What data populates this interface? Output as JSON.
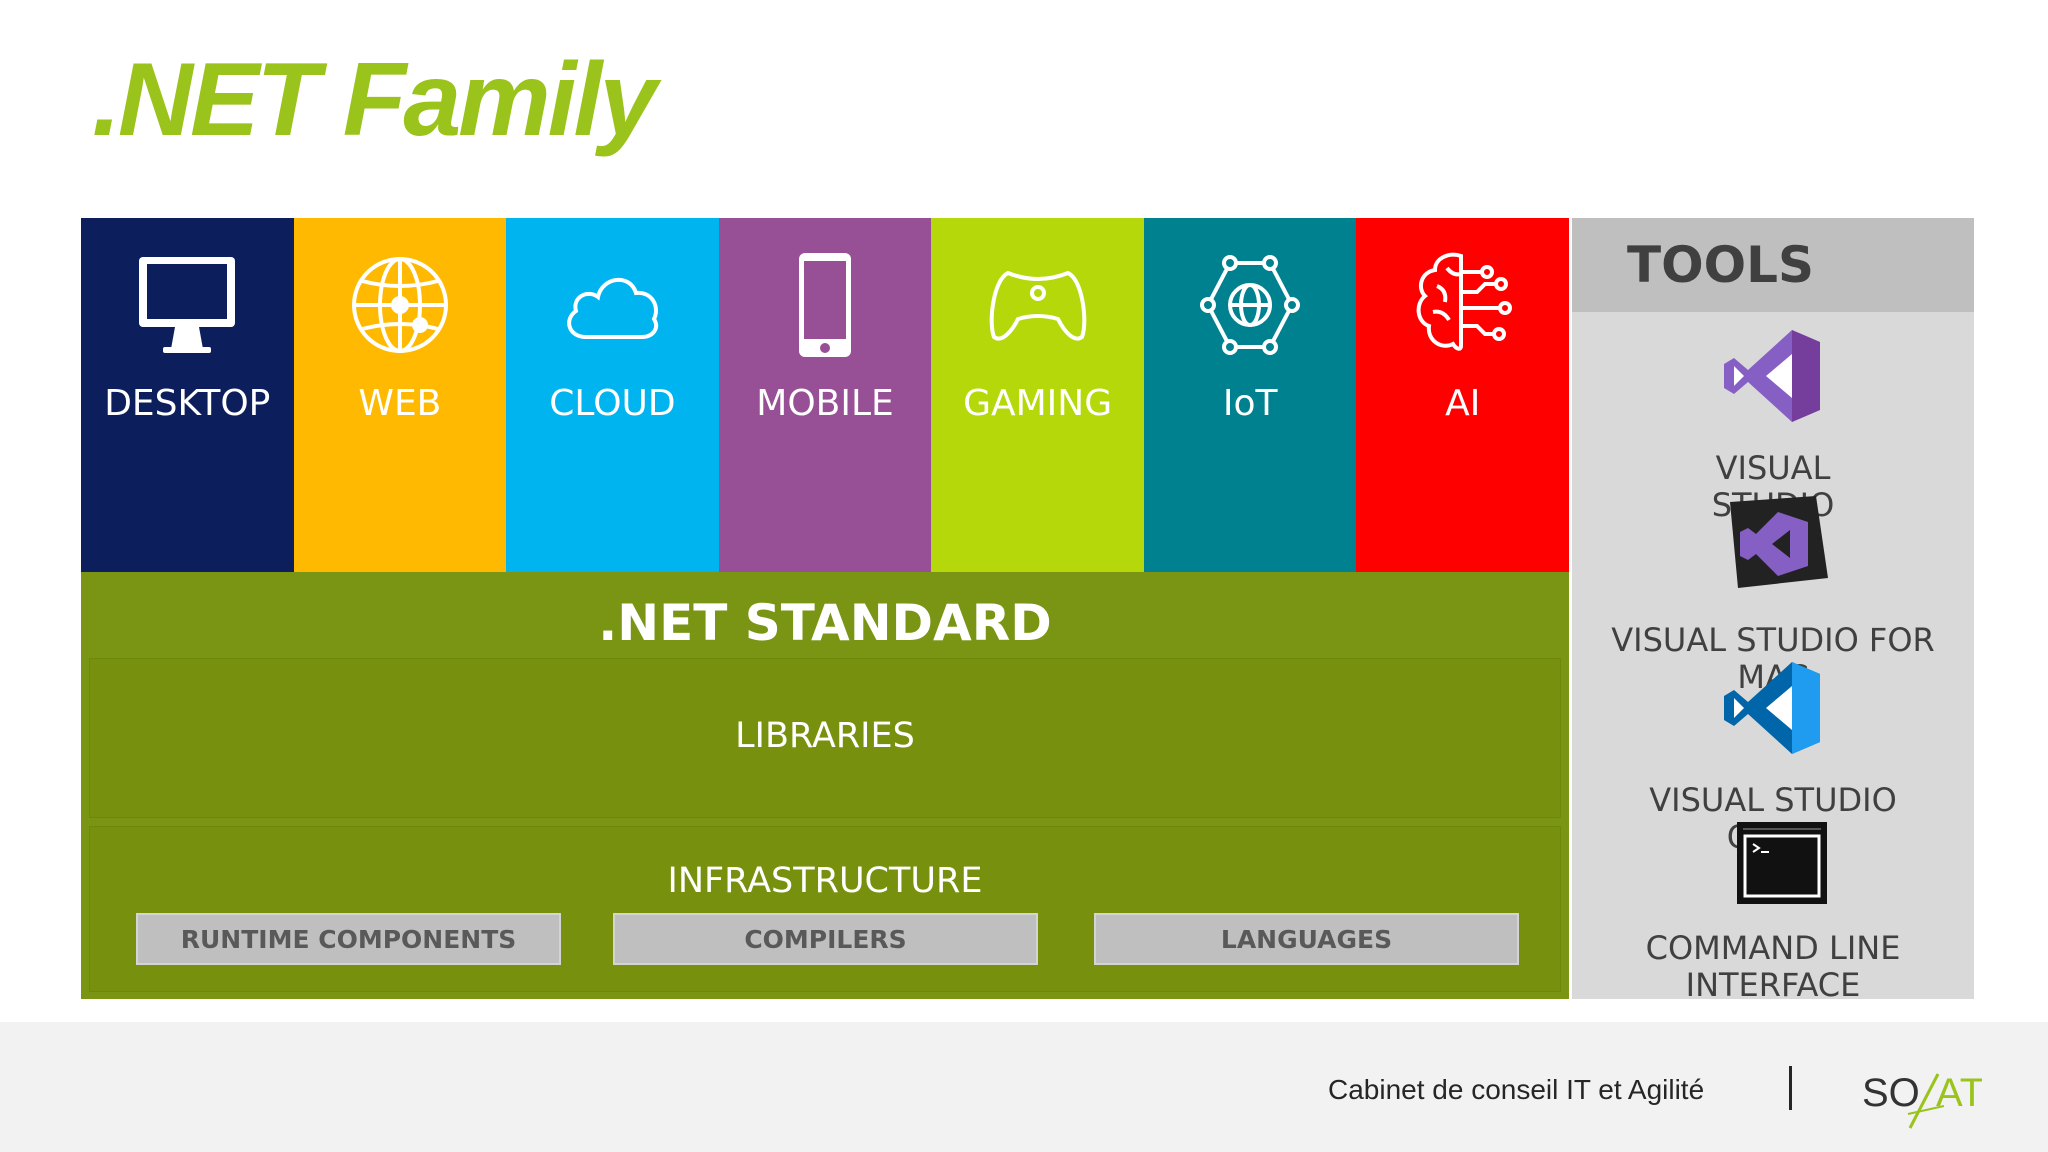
{
  "title": ".NET Family",
  "platforms": [
    {
      "label": "DESKTOP",
      "icon": "desktop-monitor-icon",
      "color": "#0c1f5c"
    },
    {
      "label": "WEB",
      "icon": "globe-icon",
      "color": "#ffb900"
    },
    {
      "label": "CLOUD",
      "icon": "cloud-icon",
      "color": "#00b4ef"
    },
    {
      "label": "MOBILE",
      "icon": "smartphone-icon",
      "color": "#974f96"
    },
    {
      "label": "GAMING",
      "icon": "gamepad-icon",
      "color": "#b5d80b"
    },
    {
      "label": "IoT",
      "icon": "iot-network-icon",
      "color": "#008190"
    },
    {
      "label": "AI",
      "icon": "brain-circuit-icon",
      "color": "#ff0000"
    }
  ],
  "standard": {
    "title": ".NET STANDARD",
    "libraries": "LIBRARIES",
    "infrastructure": "INFRASTRUCTURE",
    "infrastructure_items": [
      "RUNTIME COMPONENTS",
      "COMPILERS",
      "LANGUAGES"
    ]
  },
  "tools": {
    "title": "TOOLS",
    "items": [
      {
        "label_line1": "VISUAL",
        "label_line2": "STUDIO",
        "icon": "visual-studio-icon"
      },
      {
        "label_line1": "VISUAL STUDIO FOR",
        "label_line2": "MAC",
        "icon": "visual-studio-mac-icon"
      },
      {
        "label_line1": "VISUAL STUDIO",
        "label_line2": "CODE",
        "icon": "vscode-icon"
      },
      {
        "label_line1": "COMMAND LINE",
        "label_line2": "INTERFACE",
        "icon": "terminal-icon"
      }
    ]
  },
  "footer": {
    "tagline": "Cabinet de conseil IT et Agilité",
    "logo_text": "SOAT"
  },
  "colors": {
    "title_green": "#9ac31c",
    "standard_green": "#7a9513",
    "tools_bg": "#d9d9d9"
  }
}
